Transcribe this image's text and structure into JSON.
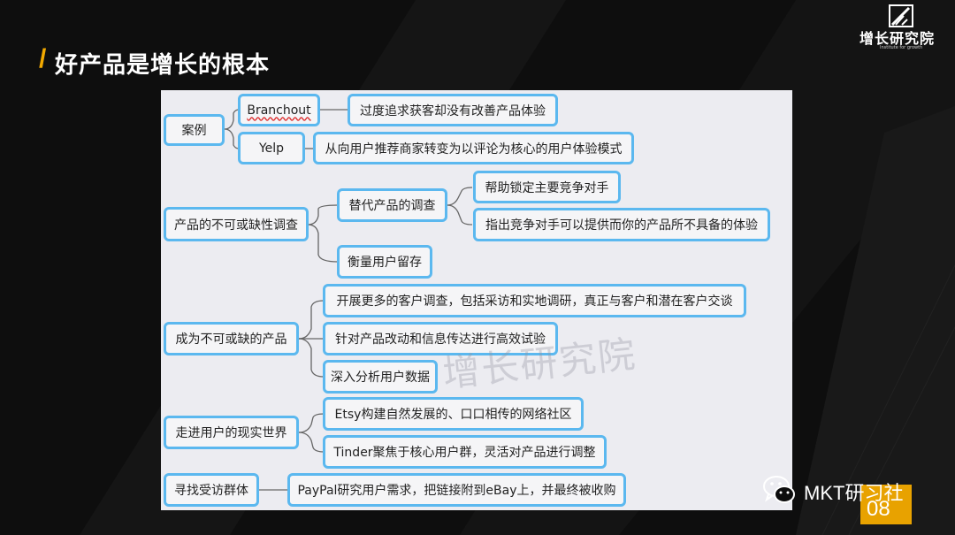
{
  "header": {
    "title": "好产品是增长的根本"
  },
  "logo": {
    "name": "增长研究院",
    "tagline": "Institute for growth"
  },
  "mindmap": {
    "branches": [
      {
        "label": "案例",
        "children": [
          {
            "label": "Branchout",
            "children": [
              "过度追求获客却没有改善产品体验"
            ]
          },
          {
            "label": "Yelp",
            "children": [
              "从向用户推荐商家转变为以评论为核心的用户体验模式"
            ]
          }
        ]
      },
      {
        "label": "产品的不可或缺性调查",
        "children": [
          {
            "label": "替代产品的调查",
            "children": [
              "帮助锁定主要竞争对手",
              "指出竞争对手可以提供而你的产品所不具备的体验"
            ]
          },
          {
            "label": "衡量用户留存",
            "children": []
          }
        ]
      },
      {
        "label": "成为不可或缺的产品",
        "children": [
          {
            "label": "开展更多的客户调查，包括采访和实地调研，真正与客户和潜在客户交谈"
          },
          {
            "label": "针对产品改动和信息传达进行高效试验"
          },
          {
            "label": "深入分析用户数据"
          }
        ]
      },
      {
        "label": "走进用户的现实世界",
        "children": [
          {
            "label": "Etsy构建自然发展的、口口相传的网络社区"
          },
          {
            "label": "Tinder聚焦于核心用户群，灵活对产品进行调整"
          }
        ]
      },
      {
        "label": "寻找受访群体",
        "children": [
          {
            "label": "PayPal研究用户需求，把链接附到eBay上，并最终被收购"
          }
        ]
      }
    ]
  },
  "watermark": "增长研究院",
  "wechat": {
    "account": "MKT研习社"
  },
  "page_number": "08"
}
